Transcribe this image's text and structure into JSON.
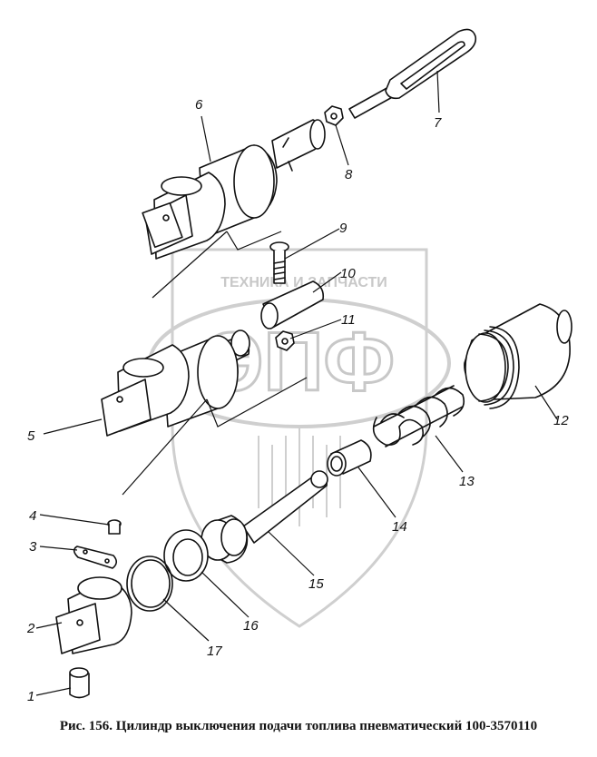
{
  "watermark": {
    "top_text": "ТЕХНИКА И ЗАПЧАСТИ",
    "logo_text": "ЭПФ",
    "color": "#c8c8c8"
  },
  "callouts": [
    "1",
    "2",
    "3",
    "4",
    "5",
    "6",
    "7",
    "8",
    "9",
    "10",
    "11",
    "12",
    "13",
    "14",
    "15",
    "16",
    "17"
  ],
  "caption": "Рис. 156. Цилиндр выключения подачи топлива пневматический 100-3570110",
  "colors": {
    "ink": "#111111",
    "paper": "#ffffff"
  }
}
